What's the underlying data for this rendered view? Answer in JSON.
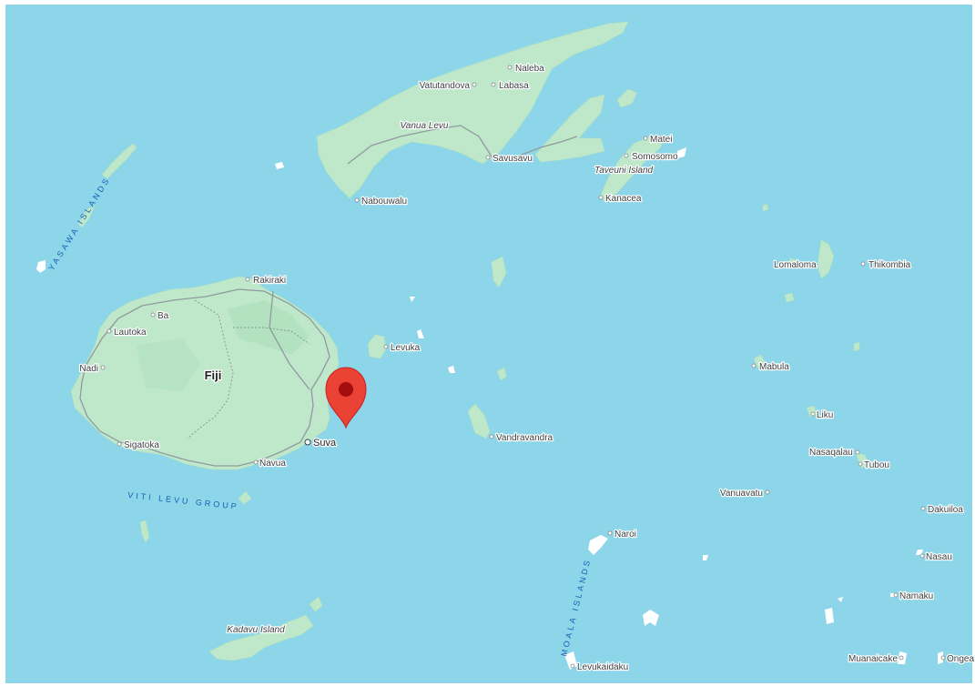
{
  "map": {
    "colors": {
      "water": "#8dd6e9",
      "land": "#bfe8cb",
      "marker": "#ea4335",
      "marker_dot": "#a50e0e",
      "group_label": "#1a5fb4"
    },
    "marker": {
      "icon": "map-pin-icon"
    },
    "country_label": "Fiji",
    "places": {
      "naleba": "Naleba",
      "vatutandova": "Vatutandova",
      "labasa": "Labasa",
      "vanua_levu": "Vanua Levu",
      "matei": "Matei",
      "somosomo": "Somosomo",
      "savusavu": "Savusavu",
      "taveuni_island": "Taveuni Island",
      "kanacea": "Kanacea",
      "nabouwalu": "Nabouwalu",
      "rakiraki": "Rakiraki",
      "ba": "Ba",
      "lautoka": "Lautoka",
      "nadi": "Nadi",
      "sigatoka": "Sigatoka",
      "navua": "Navua",
      "suva": "Suva",
      "levuka": "Levuka",
      "vandravandra": "Vandravandra",
      "lomaloma": "Lomaloma",
      "thikombia": "Thikombia",
      "mabula": "Mabula",
      "liku": "Liku",
      "nasaqalau": "Nasaqalau",
      "tubou": "Tubou",
      "vanuavatu": "Vanuavatu",
      "dakuiloa": "Dakuiloa",
      "naroi": "Naroi",
      "nasau": "Nasau",
      "namaku": "Namaku",
      "kadavu_island": "Kadavu Island",
      "levukaidaku": "Levukaidaku",
      "muanaicake": "Muanaicake",
      "ongea": "Ongea"
    },
    "groups": {
      "yasawa": "YASAWA ISLANDS",
      "viti_levu": "VITI LEVU GROUP",
      "moala": "MOALA ISLANDS"
    }
  }
}
